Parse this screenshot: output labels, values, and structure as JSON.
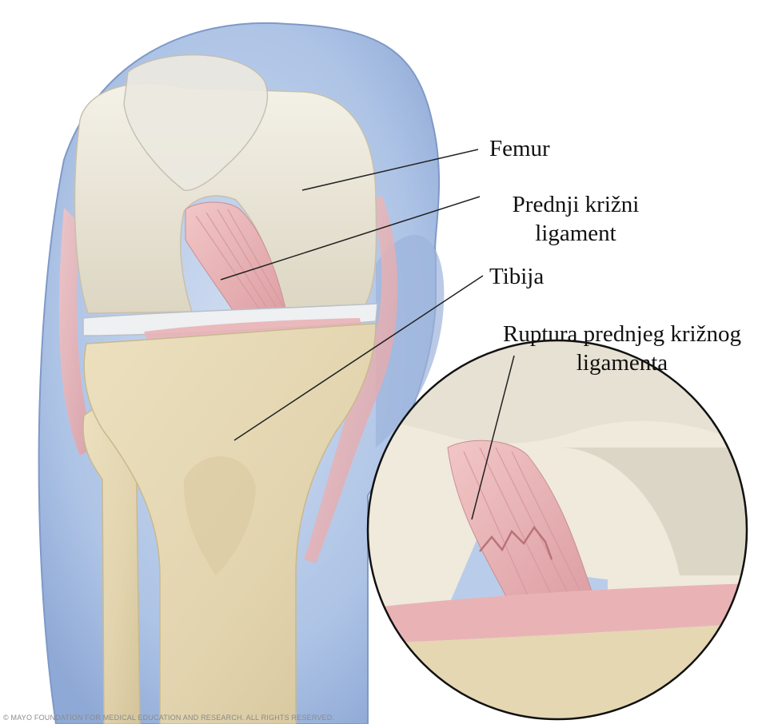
{
  "labels": {
    "femur": "Femur",
    "acl_line1": "Prednji križni",
    "acl_line2": "ligament",
    "tibia": "Tibija",
    "rupture_line1": "Ruptura prednjeg križnog",
    "rupture_line2": "ligamenta"
  },
  "copyright": "© MAYO FOUNDATION FOR MEDICAL EDUCATION AND RESEARCH. ALL RIGHTS RESERVED.",
  "colors": {
    "soft_tissue": "#b9cdea",
    "bone": "#e8e1cf",
    "cartilage": "#eef0f2",
    "ligament": "#e9b3b6",
    "leader_line": "#222222"
  }
}
